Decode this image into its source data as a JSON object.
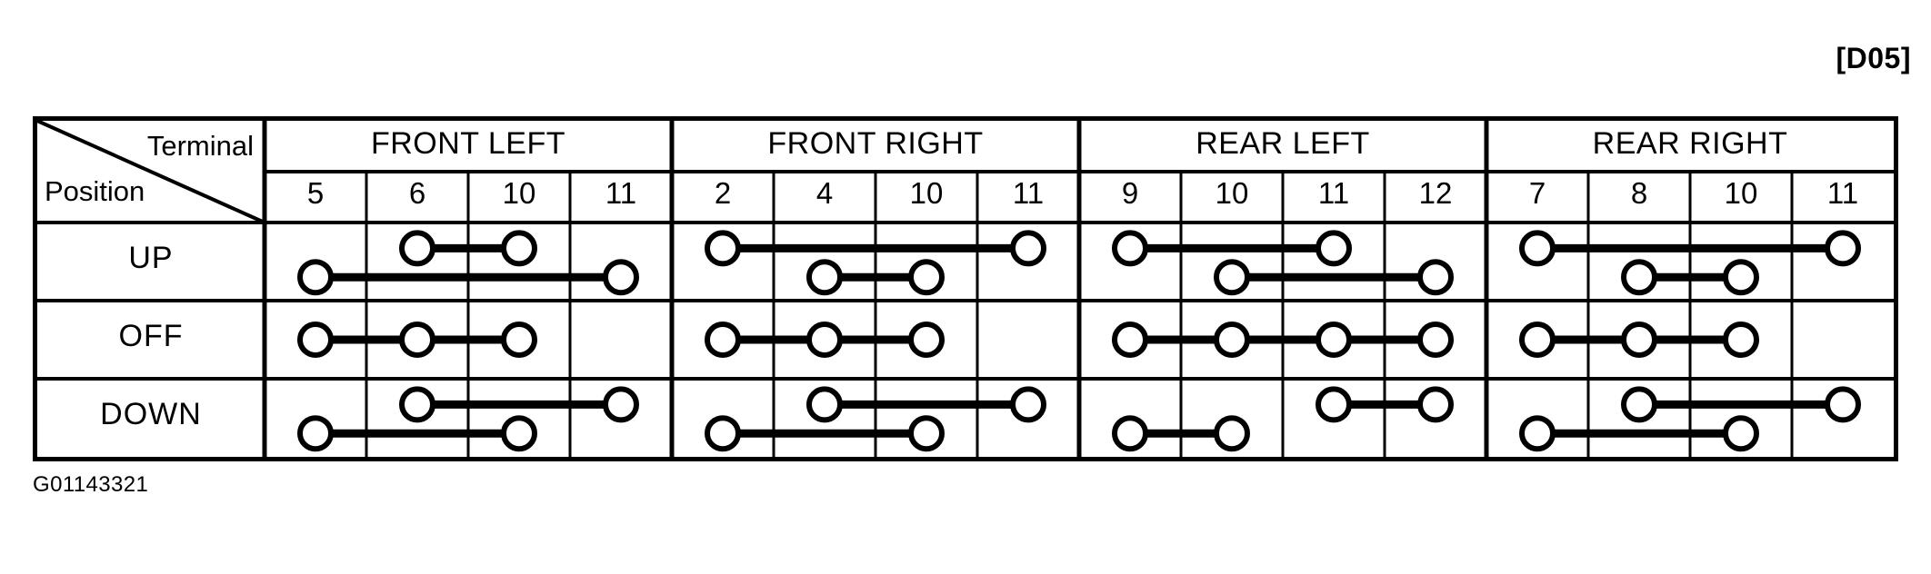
{
  "figure": {
    "code_label": "[D05]",
    "figure_id": "G01143321",
    "caption_axis_row": "Position",
    "caption_axis_col": "Terminal"
  },
  "table": {
    "corner": {
      "col_axis": "Terminal",
      "row_axis": "Position"
    },
    "groups": [
      {
        "name": "FRONT LEFT",
        "terminals": [
          "5",
          "6",
          "10",
          "11"
        ]
      },
      {
        "name": "FRONT RIGHT",
        "terminals": [
          "2",
          "4",
          "10",
          "11"
        ]
      },
      {
        "name": "REAR LEFT",
        "terminals": [
          "9",
          "10",
          "11",
          "12"
        ]
      },
      {
        "name": "REAR RIGHT",
        "terminals": [
          "7",
          "8",
          "10",
          "11"
        ]
      }
    ],
    "rows": [
      {
        "label": "UP"
      },
      {
        "label": "OFF"
      },
      {
        "label": "DOWN"
      }
    ]
  },
  "continuity": {
    "type": "switch-continuity-matrix",
    "note": "Each entry lists terminals joined by a continuity line at the given switch position. 'lane' 0 = upper line within the row, 1 = lower line.",
    "entries": [
      {
        "row": "UP",
        "group": "FRONT LEFT",
        "lane": 0,
        "terminals": [
          "6",
          "10"
        ]
      },
      {
        "row": "UP",
        "group": "FRONT LEFT",
        "lane": 1,
        "terminals": [
          "5",
          "11"
        ]
      },
      {
        "row": "UP",
        "group": "FRONT RIGHT",
        "lane": 0,
        "terminals": [
          "2",
          "11"
        ]
      },
      {
        "row": "UP",
        "group": "FRONT RIGHT",
        "lane": 1,
        "terminals": [
          "4",
          "10"
        ]
      },
      {
        "row": "UP",
        "group": "REAR LEFT",
        "lane": 0,
        "terminals": [
          "9",
          "11"
        ]
      },
      {
        "row": "UP",
        "group": "REAR LEFT",
        "lane": 1,
        "terminals": [
          "10",
          "12"
        ]
      },
      {
        "row": "UP",
        "group": "REAR RIGHT",
        "lane": 0,
        "terminals": [
          "7",
          "11"
        ]
      },
      {
        "row": "UP",
        "group": "REAR RIGHT",
        "lane": 1,
        "terminals": [
          "8",
          "10"
        ]
      },
      {
        "row": "OFF",
        "group": "FRONT LEFT",
        "lane": 0,
        "terminals": [
          "5",
          "6",
          "10"
        ]
      },
      {
        "row": "OFF",
        "group": "FRONT RIGHT",
        "lane": 0,
        "terminals": [
          "2",
          "4",
          "10"
        ]
      },
      {
        "row": "OFF",
        "group": "REAR LEFT",
        "lane": 0,
        "terminals": [
          "9",
          "10",
          "11",
          "12"
        ]
      },
      {
        "row": "OFF",
        "group": "REAR RIGHT",
        "lane": 0,
        "terminals": [
          "7",
          "8",
          "10"
        ]
      },
      {
        "row": "DOWN",
        "group": "FRONT LEFT",
        "lane": 0,
        "terminals": [
          "6",
          "11"
        ]
      },
      {
        "row": "DOWN",
        "group": "FRONT LEFT",
        "lane": 1,
        "terminals": [
          "5",
          "10"
        ]
      },
      {
        "row": "DOWN",
        "group": "FRONT RIGHT",
        "lane": 0,
        "terminals": [
          "4",
          "11"
        ]
      },
      {
        "row": "DOWN",
        "group": "FRONT RIGHT",
        "lane": 1,
        "terminals": [
          "2",
          "10"
        ]
      },
      {
        "row": "DOWN",
        "group": "REAR LEFT",
        "lane": 0,
        "terminals": [
          "11",
          "12"
        ]
      },
      {
        "row": "DOWN",
        "group": "REAR LEFT",
        "lane": 1,
        "terminals": [
          "9",
          "10"
        ]
      },
      {
        "row": "DOWN",
        "group": "REAR RIGHT",
        "lane": 0,
        "terminals": [
          "8",
          "11"
        ]
      },
      {
        "row": "DOWN",
        "group": "REAR RIGHT",
        "lane": 1,
        "terminals": [
          "7",
          "10"
        ]
      }
    ]
  },
  "style": {
    "ink": "#000000",
    "paper": "#ffffff"
  }
}
